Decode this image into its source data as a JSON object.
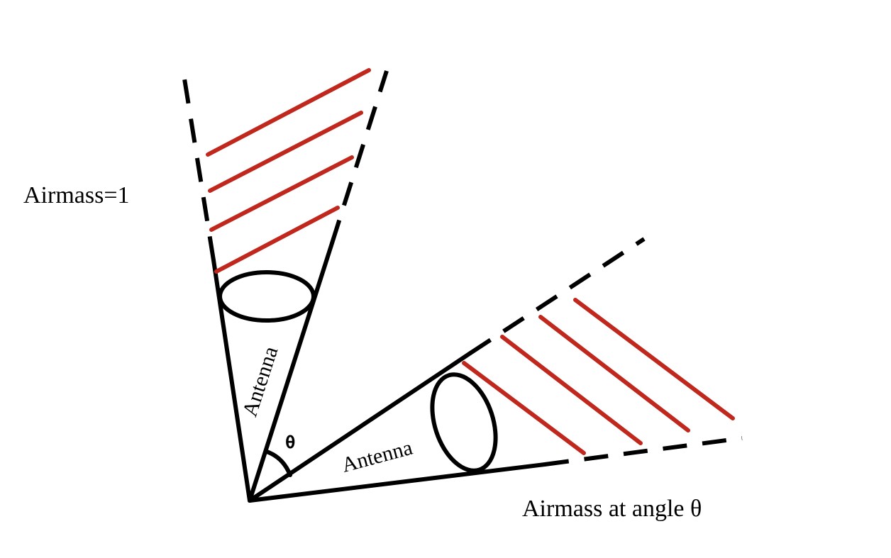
{
  "labels": {
    "vertical_airmass": "Airmass=1",
    "slant_airmass": "Airmass at angle θ",
    "antenna_vertical": "Antenna",
    "antenna_slant": "Antenna",
    "angle": "θ"
  },
  "colors": {
    "outline": "#000000",
    "rays": "#c0281e",
    "background": "#ffffff"
  }
}
